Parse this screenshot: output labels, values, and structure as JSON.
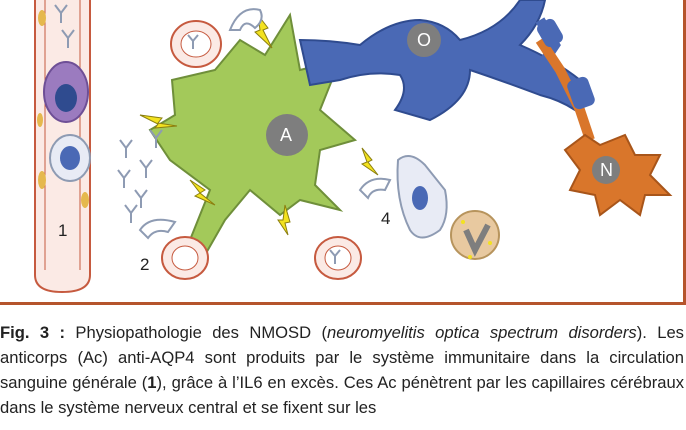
{
  "figure": {
    "cell_labels": {
      "astrocyte": "A",
      "oligodendrocyte": "O",
      "neuron": "N"
    },
    "step_labels": {
      "step1": "1",
      "step2": "2",
      "step4": "4"
    },
    "colors": {
      "astrocyte": "#a3c95a",
      "oligodendrocyte": "#4a69b5",
      "neuron": "#d9762b",
      "frame": "#b5542c",
      "vessel": "#f4d9d2",
      "lightning": "#f3e21f"
    }
  },
  "caption": {
    "label": "Fig. 3 :",
    "text_1": " Physiopathologie des NMOSD (",
    "italic_1": "neuromyelitis optica spectrum disorders",
    "text_2": "). Les anticorps (Ac) anti-AQP4 sont produits par le système immunitaire dans la circulation sanguine générale (",
    "bold_1": "1",
    "text_3": "), grâce à l’IL6 en excès. Ces Ac pénètrent par les capillaires cérébraux dans le système nerveux central et se fixent sur les"
  }
}
